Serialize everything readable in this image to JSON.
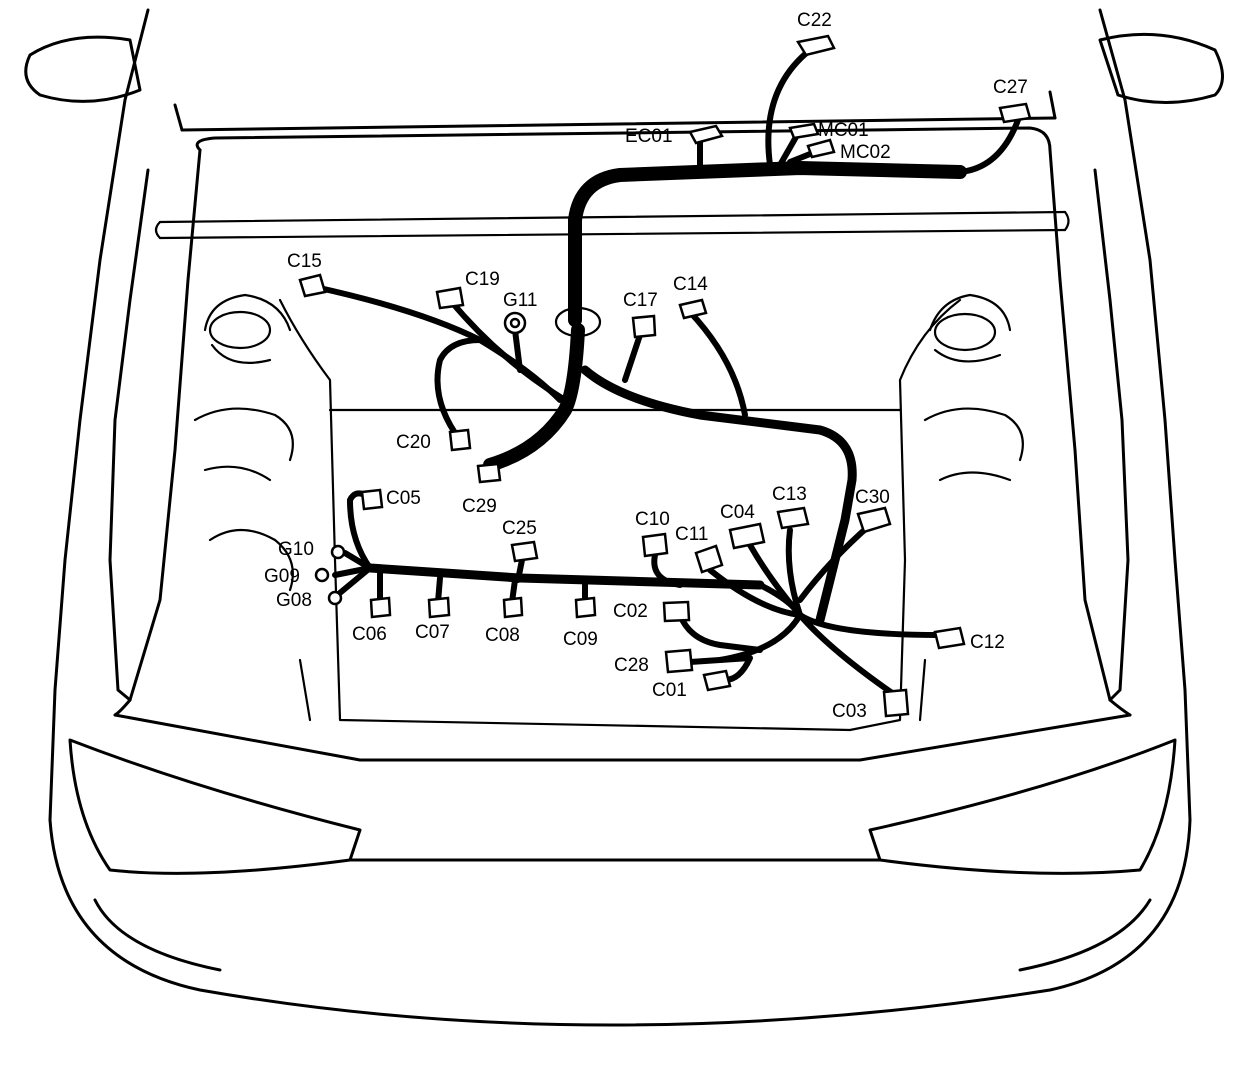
{
  "labels": {
    "c22": "C22",
    "c27": "C27",
    "ec01": "EC01",
    "mc01": "MC01",
    "mc02": "MC02",
    "c15": "C15",
    "c19": "C19",
    "g11": "G11",
    "c17": "C17",
    "c14": "C14",
    "c20": "C20",
    "c29": "C29",
    "c05": "C05",
    "c25": "C25",
    "c10": "C10",
    "c11": "C11",
    "c04": "C04",
    "c13": "C13",
    "c30": "C30",
    "g10": "G10",
    "g09": "G09",
    "g08": "G08",
    "c06": "C06",
    "c07": "C07",
    "c08": "C08",
    "c09": "C09",
    "c02": "C02",
    "c12": "C12",
    "c28": "C28",
    "c01": "C01",
    "c03": "C03"
  }
}
